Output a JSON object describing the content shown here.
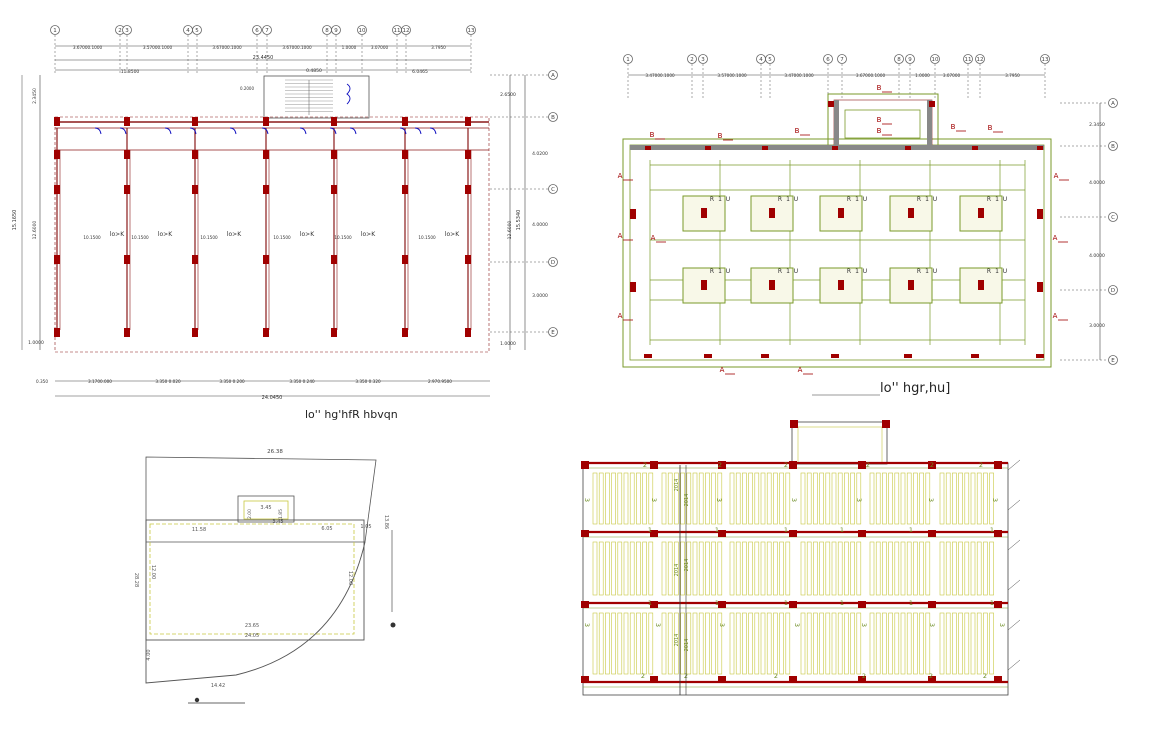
{
  "drawing": {
    "plan_caption": "lo'' hg'hfR hbvqn",
    "foundation_caption": "lo''  hgr,hu]",
    "grid_labels": [
      "1",
      "2",
      "3",
      "4",
      "5",
      "6",
      "7",
      "8",
      "9",
      "10",
      "11",
      "12",
      "13"
    ],
    "row_labels": [
      "A",
      "B",
      "C",
      "D",
      "E"
    ],
    "plan_top_dims": [
      "3.67000.1000",
      "3.57000.1000",
      "3.67000.1000",
      "3.67000.1000",
      "1.0000",
      "3.07000",
      "3.7950"
    ],
    "plan_total_top": "23.4450",
    "plan_sub_top": [
      "11.8500",
      "0.4850",
      "6.0465"
    ],
    "plan_left_dims": [
      "2.3450",
      "15.1650",
      "12.6000",
      "1.0000"
    ],
    "plan_right_dims": [
      "2.6500",
      "15.5340",
      "12.6000",
      "4.0200",
      "4.0000",
      "3.0000",
      "1.0000"
    ],
    "plan_bottom_dims": [
      "0.350",
      "3.1700.000",
      "3.350 0.020",
      "3.350 0.200",
      "3.350 0.240",
      "3.350 0.320",
      "2.970.9500"
    ],
    "plan_total_bottom": "24.0450",
    "plan_room_labels": [
      "lo>K",
      "lo>K",
      "lo>K",
      "lo>K",
      "lo>K",
      "lo>K"
    ],
    "plan_room_dims": [
      "10.1500",
      "10.1500",
      "10.1500",
      "10.1500",
      "10.1500",
      "10.1500"
    ],
    "found_top_dims": [
      "3.47000.1000",
      "3.57000.1000",
      "3.47000.1000",
      "3.67000.1000",
      "1.0000",
      "3.07000",
      "3.7950"
    ],
    "found_right_dims": [
      "2.3450",
      "4.0000",
      "4.0000",
      "3.0000"
    ],
    "found_pad_labels": [
      "R",
      "1",
      "U",
      "1"
    ],
    "section_marks": [
      "A",
      "B"
    ],
    "site_dims": {
      "top": "26.38",
      "stair_w": "3.45",
      "stair_h": "2.00",
      "stair_inner": "3.45",
      "stair_side": "1.85",
      "left_seg": "11.58",
      "right_seg": "6.05",
      "right_edge": "1.05",
      "right_slant": "13.86",
      "left_outer": "28.28",
      "left_inner": "12.00",
      "right_inner": "12.00",
      "inner_bottom": "23.65",
      "outer_bottom": "24.05",
      "corner": "4.00",
      "base": "14.42"
    },
    "slab_labels": [
      "2",
      "3",
      "1",
      "2",
      "3"
    ],
    "slab_beam_labels": [
      "2014",
      "2014",
      "2014",
      "2014",
      "2014"
    ]
  },
  "colors": {
    "wall": "#8b1a1a",
    "column": "#a00000",
    "dim": "#444444",
    "green": "#7a9a2a",
    "yellow": "#c8c840",
    "blue": "#1010c0",
    "gridline": "#555555"
  }
}
